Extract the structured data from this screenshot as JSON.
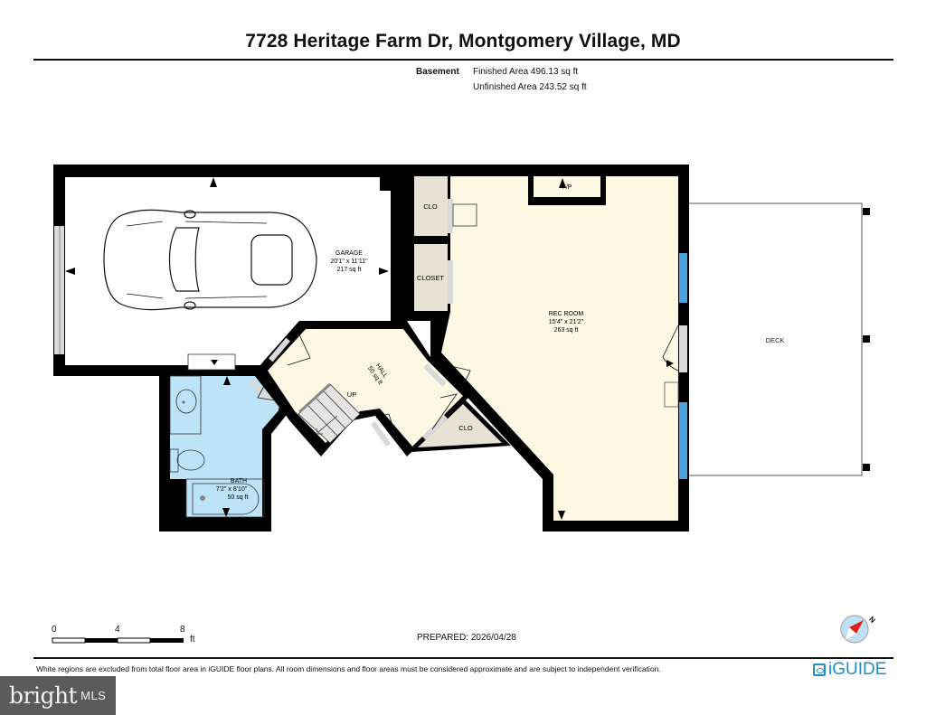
{
  "header": {
    "title": "7728 Heritage Farm Dr, Montgomery Village, MD",
    "level_label": "Basement",
    "finished_area": "Finished Area 496.13 sq ft",
    "unfinished_area": "Unfinished Area 243.52 sq ft"
  },
  "rooms": {
    "garage": {
      "name": "GARAGE",
      "dims": "20'1\" x 11'11\"",
      "area": "217 sq ft"
    },
    "rec_room": {
      "name": "REC ROOM",
      "dims": "15'4\" x 21'2\"",
      "area": "263 sq ft"
    },
    "hall": {
      "name": "HALL",
      "area": "50 sq ft"
    },
    "bath": {
      "name": "BATH",
      "dims": "7'2\" x 8'10\"",
      "area": "50 sq ft"
    },
    "clo_top": {
      "name": "CLO"
    },
    "closet": {
      "name": "CLOSET"
    },
    "clo_bottom": {
      "name": "CLO"
    },
    "deck": {
      "name": "DECK"
    },
    "fireplace": {
      "name": "F/P"
    },
    "stairs": {
      "label": "UP"
    }
  },
  "colors": {
    "wall": "#000000",
    "finished_fill": "#fdf8e4",
    "closet_fill": "#e8e1d5",
    "bath_fill": "#bde3f8",
    "window": "#4aa3dc",
    "door_opening": "#d9d9d9",
    "brand": "#1f8fc8"
  },
  "scale_bar": {
    "ticks": [
      "0",
      "4",
      "8"
    ],
    "unit": "ft"
  },
  "footer": {
    "prepared": "PREPARED: 2026/04/28",
    "disclaimer": "White regions are excluded from total floor area in iGUIDE floor plans. All room dimensions and floor areas must be considered approximate and are subject to independent verification.",
    "brand": "iGUIDE",
    "compass_label": "N"
  },
  "watermark": {
    "word": "bright",
    "suffix": "MLS"
  }
}
